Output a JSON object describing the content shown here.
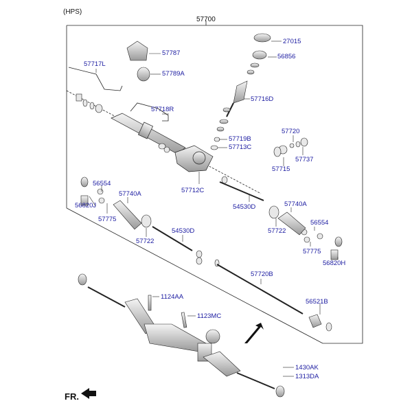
{
  "header": {
    "variant": "(HPS)",
    "assembly": "57700"
  },
  "footer": {
    "direction": "FR."
  },
  "parts": {
    "p27015": "27015",
    "p56856": "56856",
    "p57787": "57787",
    "p57717L": "57717L",
    "p57789A": "57789A",
    "p57716D": "57716D",
    "p57718R": "57718R",
    "p57720top": "57720",
    "p57719B": "57719B",
    "p57713C": "57713C",
    "p57715": "57715",
    "p57737": "57737",
    "p56554L": "56554",
    "p57740AL": "57740A",
    "p57712C": "57712C",
    "p56820J": "56820J",
    "p57775L": "57775",
    "p54530Dtop": "54530D",
    "p57740AR": "57740A",
    "p57722L": "57722",
    "p54530D": "54530D",
    "p57722R": "57722",
    "p56554R": "56554",
    "p57775R": "57775",
    "p56820H": "56820H",
    "p57720B": "57720B",
    "p1124AA": "1124AA",
    "p1123MC": "1123MC",
    "p56521B": "56521B",
    "p1430AK": "1430AK",
    "p1313DA": "1313DA"
  },
  "colors": {
    "label": "#1a1aa0",
    "line": "#222222",
    "part_fill": "#d8d8d8"
  }
}
